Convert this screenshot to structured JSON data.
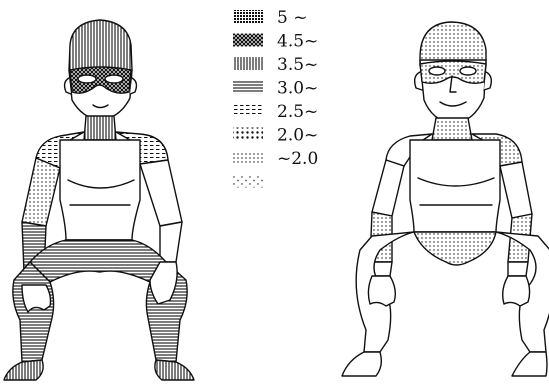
{
  "legend": {
    "items": [
      {
        "label": "5 ~",
        "pattern": "pat-dense-grid"
      },
      {
        "label": "4.5~",
        "pattern": "pat-cross"
      },
      {
        "label": "3.5~",
        "pattern": "pat-vertical"
      },
      {
        "label": "3.0~",
        "pattern": "pat-horizontal"
      },
      {
        "label": "2.5~",
        "pattern": "pat-dashes"
      },
      {
        "label": "2.0~",
        "pattern": "pat-big-dots"
      },
      {
        "label": "~2.0",
        "pattern": "pat-small-dots"
      },
      {
        "label": "",
        "pattern": "pat-sparse-dots"
      }
    ]
  },
  "colors": {
    "ink": "#111111",
    "paper": "#ffffff"
  }
}
